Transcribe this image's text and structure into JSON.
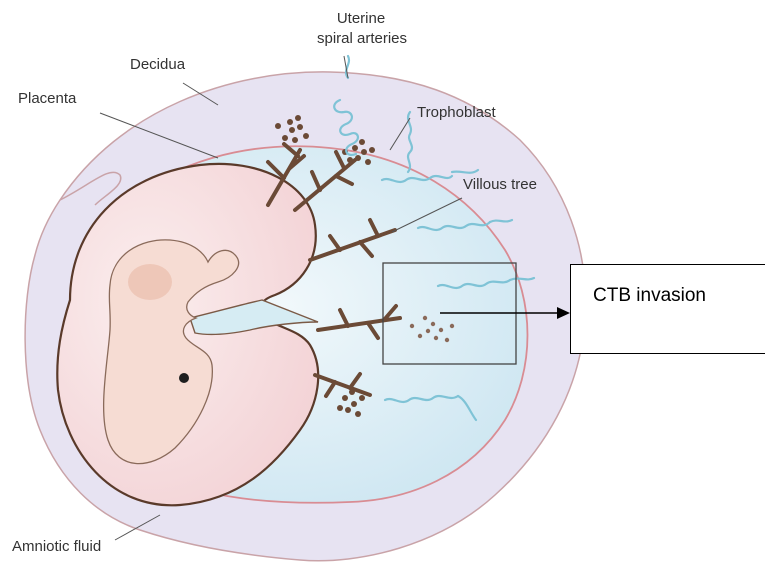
{
  "labels": {
    "uterine_line1": "Uterine",
    "uterine_line2": "spiral arteries",
    "decidua": "Decidua",
    "placenta": "Placenta",
    "trophoblast": "Trophoblast",
    "villous_tree": "Villous tree",
    "amniotic_fluid": "Amniotic fluid"
  },
  "callout": {
    "text": "CTB invasion"
  }
}
